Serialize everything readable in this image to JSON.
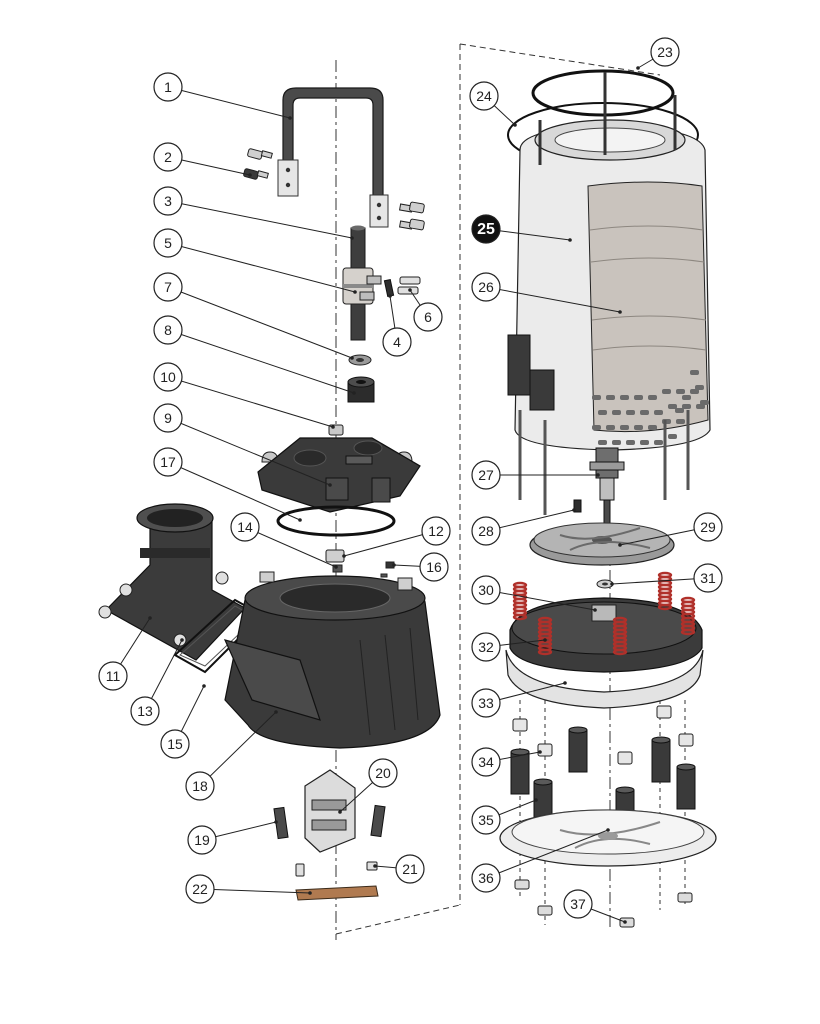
{
  "diagram": {
    "callouts": [
      {
        "id": "1",
        "label": "1"
      },
      {
        "id": "2",
        "label": "2"
      },
      {
        "id": "3",
        "label": "3"
      },
      {
        "id": "4",
        "label": "4"
      },
      {
        "id": "5",
        "label": "5"
      },
      {
        "id": "6",
        "label": "6"
      },
      {
        "id": "7",
        "label": "7"
      },
      {
        "id": "8",
        "label": "8"
      },
      {
        "id": "9",
        "label": "9"
      },
      {
        "id": "10",
        "label": "10"
      },
      {
        "id": "11",
        "label": "11"
      },
      {
        "id": "12",
        "label": "12"
      },
      {
        "id": "13",
        "label": "13"
      },
      {
        "id": "14",
        "label": "14"
      },
      {
        "id": "15",
        "label": "15"
      },
      {
        "id": "16",
        "label": "16"
      },
      {
        "id": "17",
        "label": "17"
      },
      {
        "id": "18",
        "label": "18"
      },
      {
        "id": "19",
        "label": "19"
      },
      {
        "id": "20",
        "label": "20"
      },
      {
        "id": "21",
        "label": "21"
      },
      {
        "id": "22",
        "label": "22"
      },
      {
        "id": "23",
        "label": "23"
      },
      {
        "id": "24",
        "label": "24"
      },
      {
        "id": "25",
        "label": "25",
        "highlighted": true
      },
      {
        "id": "26",
        "label": "26"
      },
      {
        "id": "27",
        "label": "27"
      },
      {
        "id": "28",
        "label": "28"
      },
      {
        "id": "29",
        "label": "29"
      },
      {
        "id": "30",
        "label": "30"
      },
      {
        "id": "31",
        "label": "31"
      },
      {
        "id": "32",
        "label": "32"
      },
      {
        "id": "33",
        "label": "33"
      },
      {
        "id": "34",
        "label": "34"
      },
      {
        "id": "35",
        "label": "35"
      },
      {
        "id": "36",
        "label": "36"
      },
      {
        "id": "37",
        "label": "37"
      }
    ],
    "colors": {
      "dark_part": "#3b3b3b",
      "mid_part": "#6a6a6a",
      "light_part": "#d9d9d9",
      "sleeve": "#c9c3bd",
      "spring": "#b0302a",
      "copper": "#b07a50",
      "outline": "#1a1a1a",
      "highlight_callout": "#111111"
    }
  }
}
